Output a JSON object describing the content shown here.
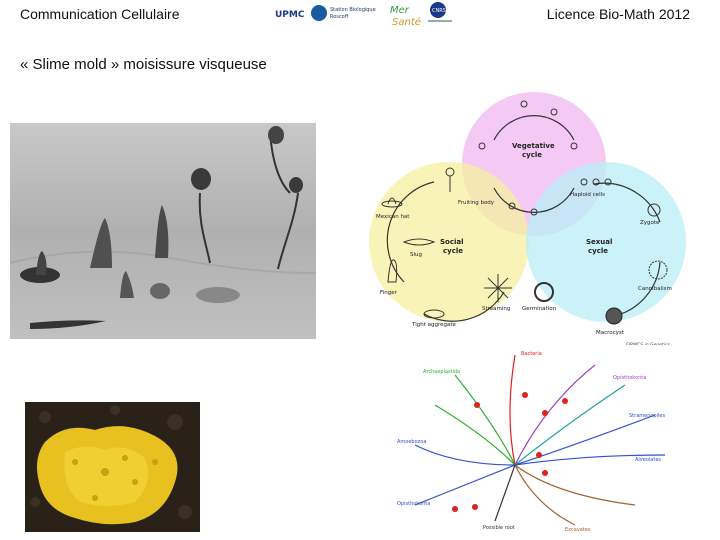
{
  "header": {
    "left_title": "Communication Cellulaire",
    "right_title": "Licence Bio-Math 2012",
    "logos": [
      "upmc-logo",
      "station-biologique-roscoff-logo",
      "mer-sante-logo",
      "cnrs-logo"
    ],
    "logo_texts": {
      "upmc": "UPMC",
      "station": "Station Biologique",
      "roscoff": "Roscoff",
      "mer": "Mer",
      "sante": "Santé",
      "cnrs": "CNRS"
    }
  },
  "subtitle": "« Slime mold » moisissure visqueuse",
  "cycle_diagram": {
    "cycles": [
      "Vegetative cycle",
      "Social cycle",
      "Sexual cycle"
    ],
    "vegetative": "Vegetative",
    "vegetative2": "cycle",
    "social": "Social",
    "social2": "cycle",
    "sexual": "Sexual",
    "sexual2": "cycle",
    "stages": {
      "fruiting_body": "Fruiting body",
      "mexican_hat": "Mexican hat",
      "slug": "Slug",
      "finger": "Finger",
      "tight_aggregate": "Tight aggregate",
      "streaming": "Streaming",
      "germination": "Germination",
      "haploid_cells": "Haploid cells",
      "zygote": "Zygote",
      "cannibalism": "Cannibalism",
      "macrocyst": "Macrocyst"
    },
    "credit": "FIRMCS in Genetics",
    "colors": {
      "vegetative": "#f0b8f0",
      "social": "#f5f0a0",
      "sexual": "#b8eef5"
    }
  },
  "tree_diagram": {
    "labels": {
      "top": "Bacteria",
      "left_top": "Archaeplastida",
      "right_top": "Opisthokonta",
      "right": "Stramenopiles",
      "left": "Amoebozoa",
      "right_low": "Alveolates",
      "left_low": "Opisthokonta",
      "bottom": "Possible root",
      "bottom_right": "Excavates"
    },
    "colors": {
      "red": "#e02020",
      "green": "#30b030",
      "blue": "#3050d0",
      "purple": "#a040c0",
      "teal": "#20a0a0",
      "brown": "#a06030"
    }
  }
}
